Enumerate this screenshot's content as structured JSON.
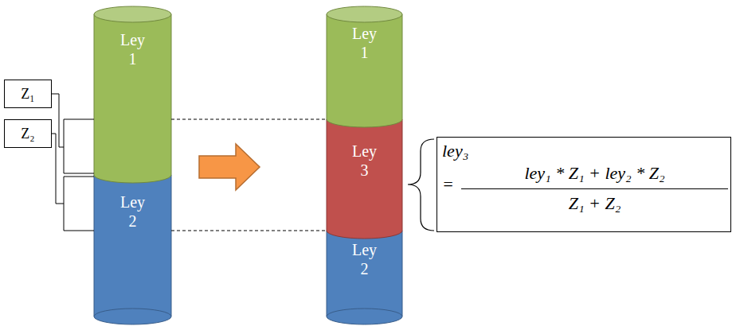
{
  "diagram": {
    "nodes": [
      {
        "text": [
          "Z₁"
        ]
      },
      {
        "text": [
          "Z₂"
        ]
      },
      {
        "text": [
          "Ley 1"
        ]
      },
      {
        "text": [
          "Ley 2"
        ]
      },
      {
        "text": [
          "Ley 1"
        ]
      },
      {
        "text": [
          "Ley 3"
        ]
      },
      {
        "text": [
          "Ley 2"
        ]
      },
      {
        "text": [
          "ley₃",
          "=",
          "ley₁ * Z₁ + ley₂ * Z₂",
          "Z₁ + Z₂"
        ]
      }
    ]
  }
}
